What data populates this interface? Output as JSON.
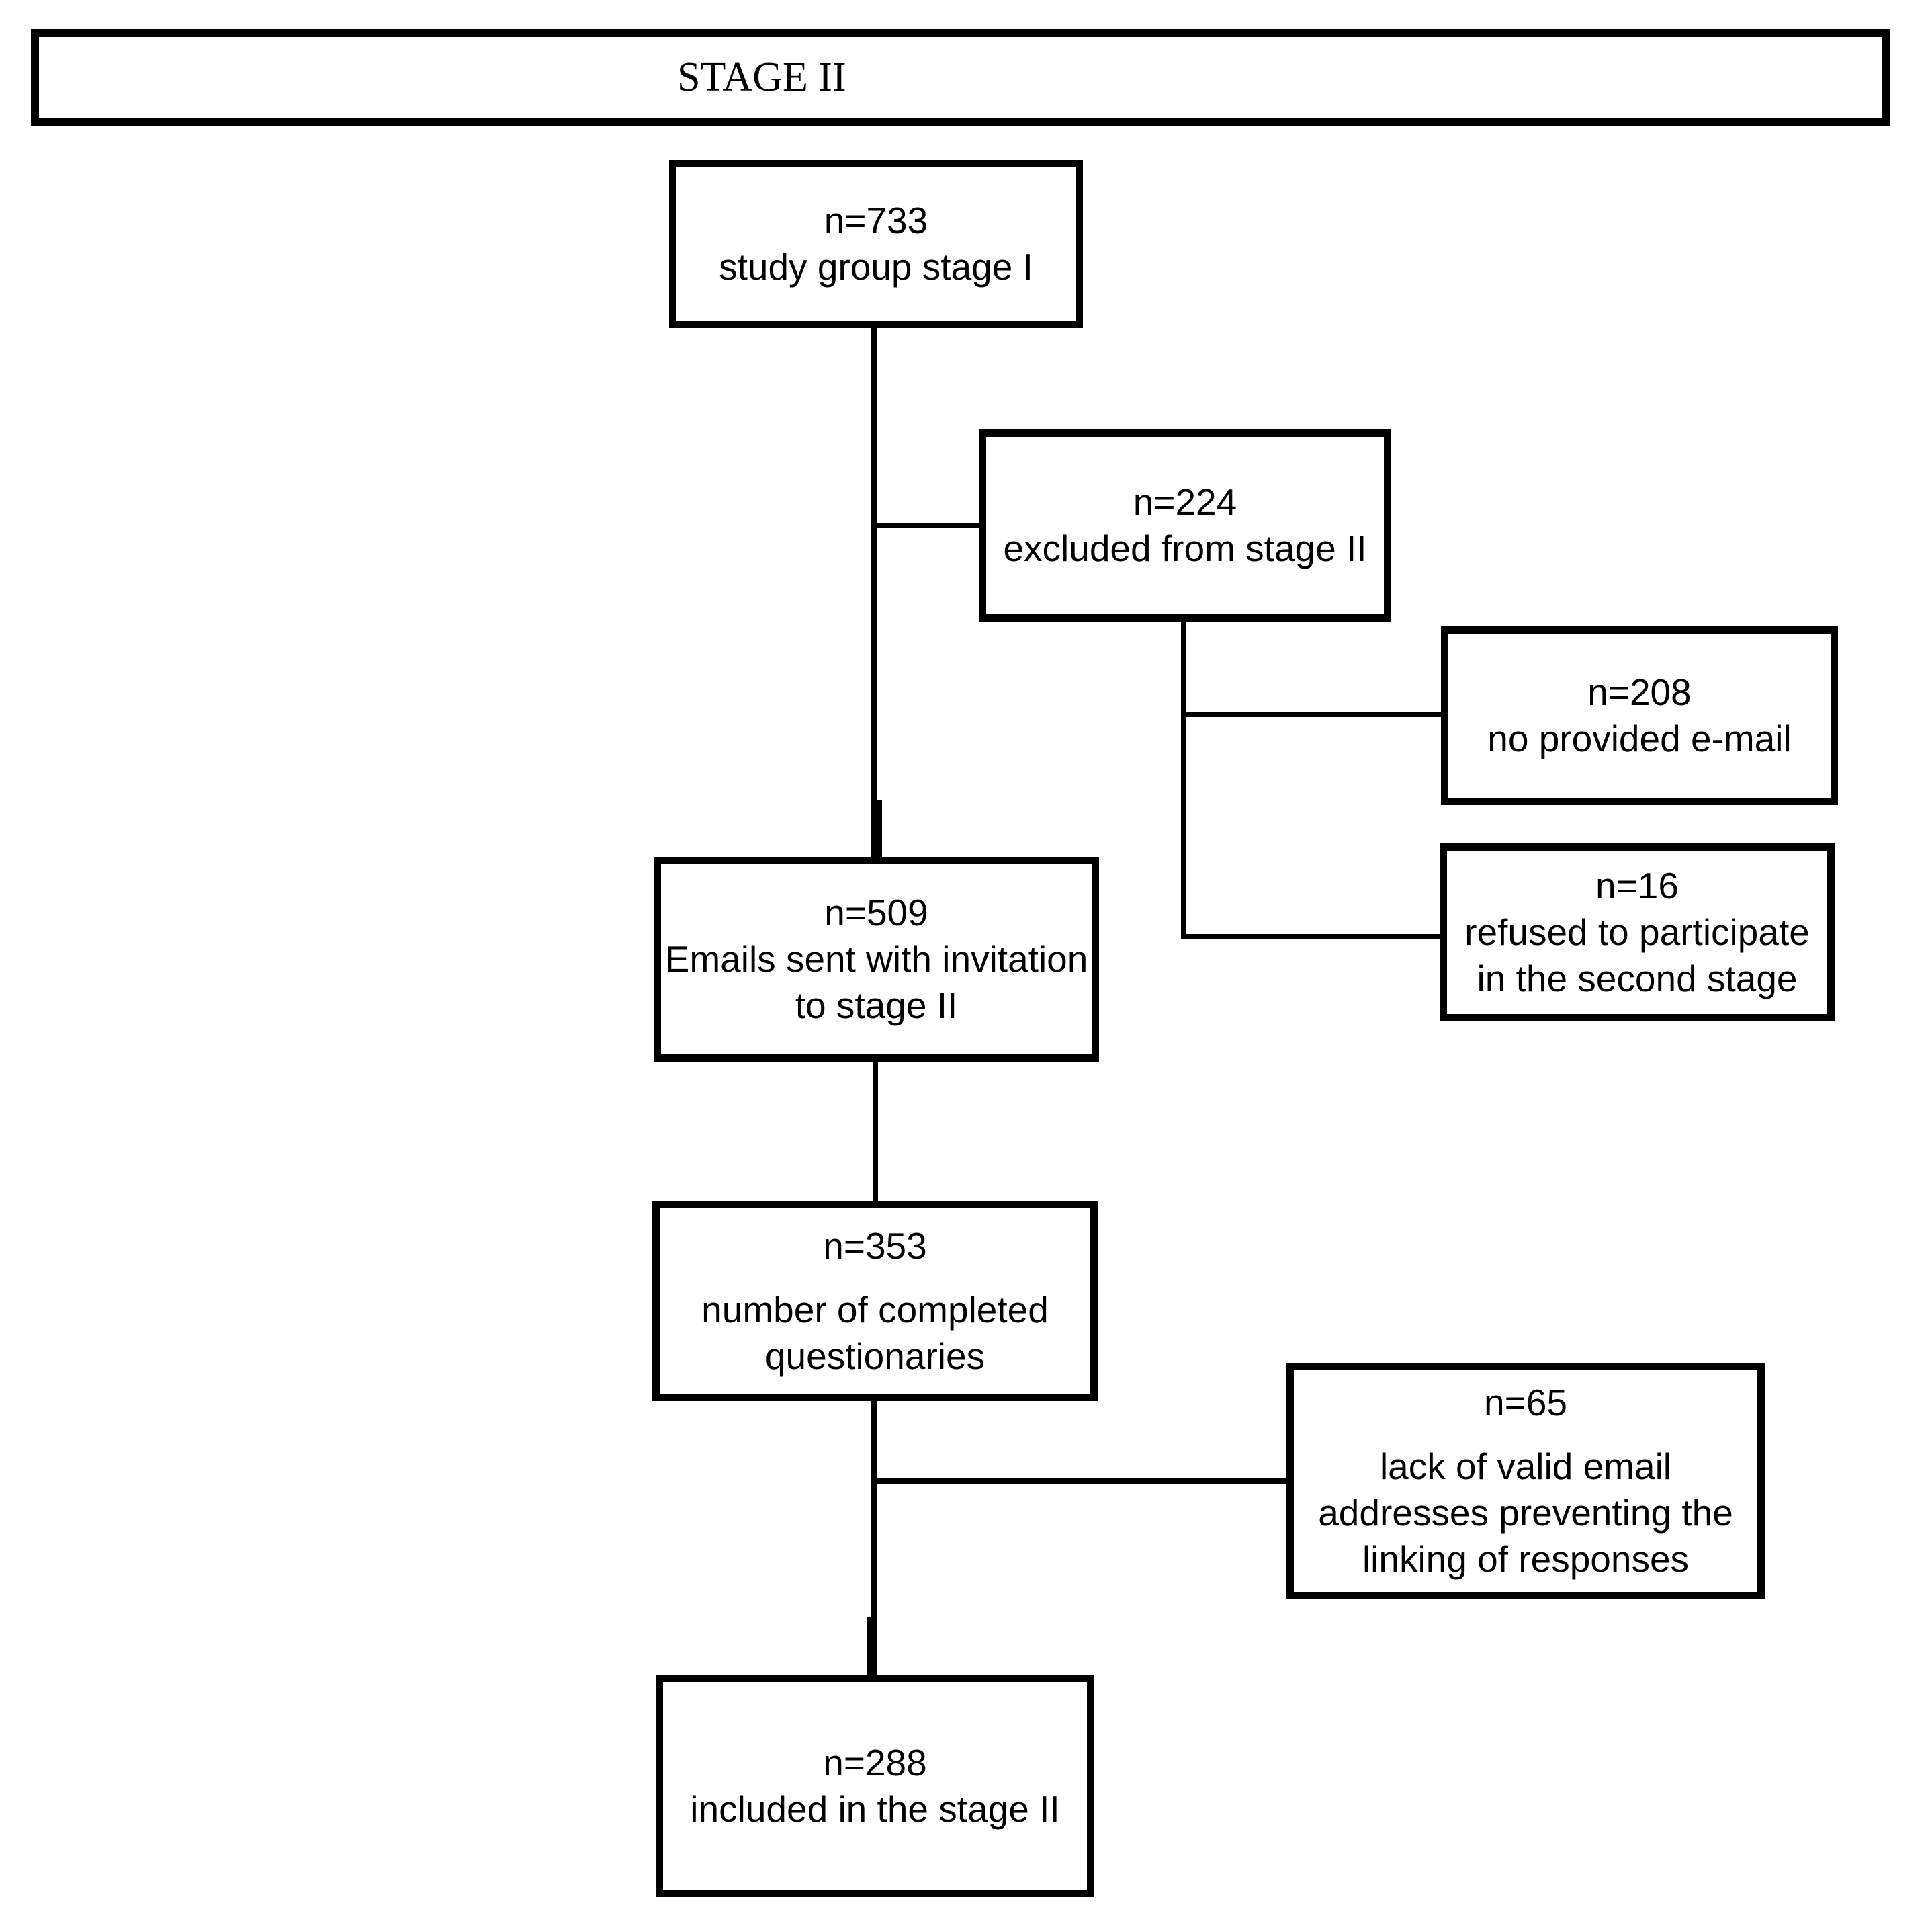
{
  "title": "STAGE II",
  "boxes": [
    {
      "name": "study-group-stage1",
      "lines": [
        "n=733",
        "study group stage I"
      ]
    },
    {
      "name": "excluded-from-stage2",
      "lines": [
        "n=224",
        "excluded from stage II"
      ]
    },
    {
      "name": "no-provided-email",
      "lines": [
        "n=208",
        "no provided e-mail"
      ]
    },
    {
      "name": "refused-to-participate",
      "lines": [
        "n=16",
        "refused to participate",
        "in the second stage"
      ]
    },
    {
      "name": "emails-sent",
      "lines": [
        "n=509",
        "Emails sent with invitation",
        "to stage II"
      ]
    },
    {
      "name": "completed-questionaries",
      "lines": [
        "n=353",
        "number of completed",
        "questionaries"
      ]
    },
    {
      "name": "invalid-email-addresses",
      "lines": [
        "n=65",
        "lack of valid email",
        "addresses preventing the",
        "linking of responses"
      ]
    },
    {
      "name": "included-in-stage2",
      "lines": [
        "n=288",
        "included in the stage II"
      ]
    }
  ],
  "colors": {
    "line": "#000000",
    "background": "#ffffff"
  }
}
